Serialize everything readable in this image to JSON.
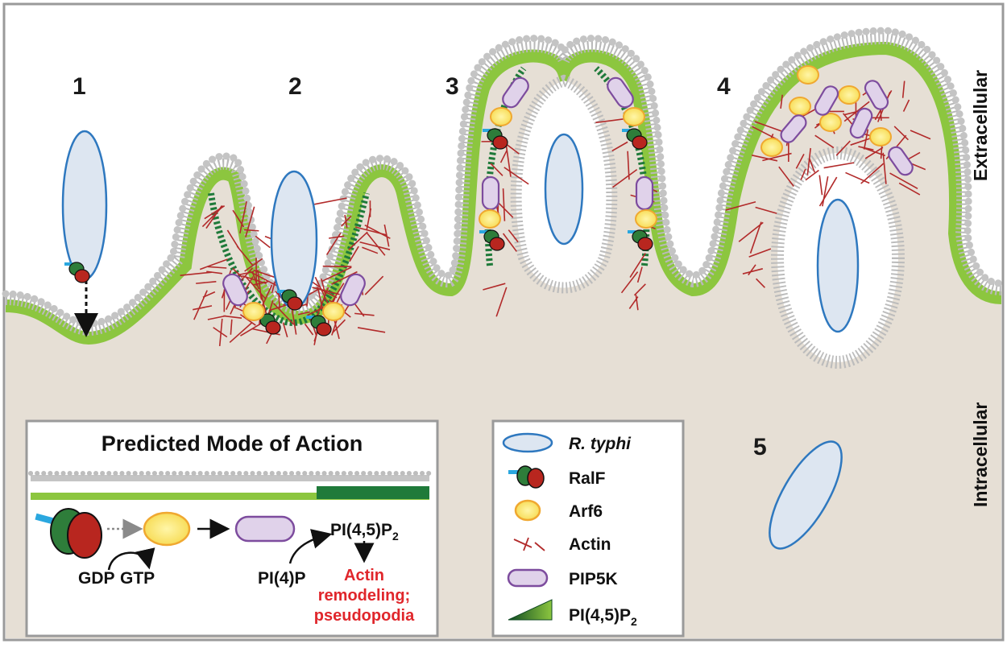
{
  "stages": [
    "1",
    "2",
    "3",
    "4",
    "5"
  ],
  "side_labels": {
    "top": "Extracellular",
    "bottom": "Intracellular"
  },
  "mode_panel": {
    "title": "Predicted Mode of Action",
    "gdp": "GDP",
    "gtp": "GTP",
    "pi4p": "PI(4)P",
    "pip2_base": "PI(4,5)P",
    "pip2_sub": "2",
    "outcome_line1": "Actin",
    "outcome_line2": "remodeling;",
    "outcome_line3": "pseudopodia"
  },
  "legend": {
    "items": [
      {
        "label": "R. typhi",
        "italic": true,
        "icon": "rickettsia-cell-icon"
      },
      {
        "label": "RalF",
        "icon": "ralf-icon"
      },
      {
        "label": "Arf6",
        "icon": "arf6-icon"
      },
      {
        "label": "Actin",
        "icon": "actin-icon"
      },
      {
        "label": "PIP5K",
        "icon": "pip5k-icon"
      },
      {
        "label": "PI(4,5)P",
        "sub": "2",
        "icon": "pip2-gradient-icon"
      }
    ]
  },
  "colors": {
    "cytoplasm": "#e6dfd5",
    "membrane_gray": "#b5b5b5",
    "membrane_green": "#8cc63f",
    "pip2_dark": "#1f7a3a",
    "bacterium_fill": "#dde6f1",
    "bacterium_stroke": "#2e78bf",
    "arf6_fill": "#fbe96a",
    "arf6_stroke": "#f0a830",
    "pip5k_fill": "#e0d2ea",
    "pip5k_stroke": "#7d4c9e",
    "actin": "#b22a2a",
    "ralf_green": "#2e7d3a",
    "ralf_red": "#b8261f",
    "ralf_tail": "#2aa7df",
    "outcome_text": "#e0262b"
  }
}
